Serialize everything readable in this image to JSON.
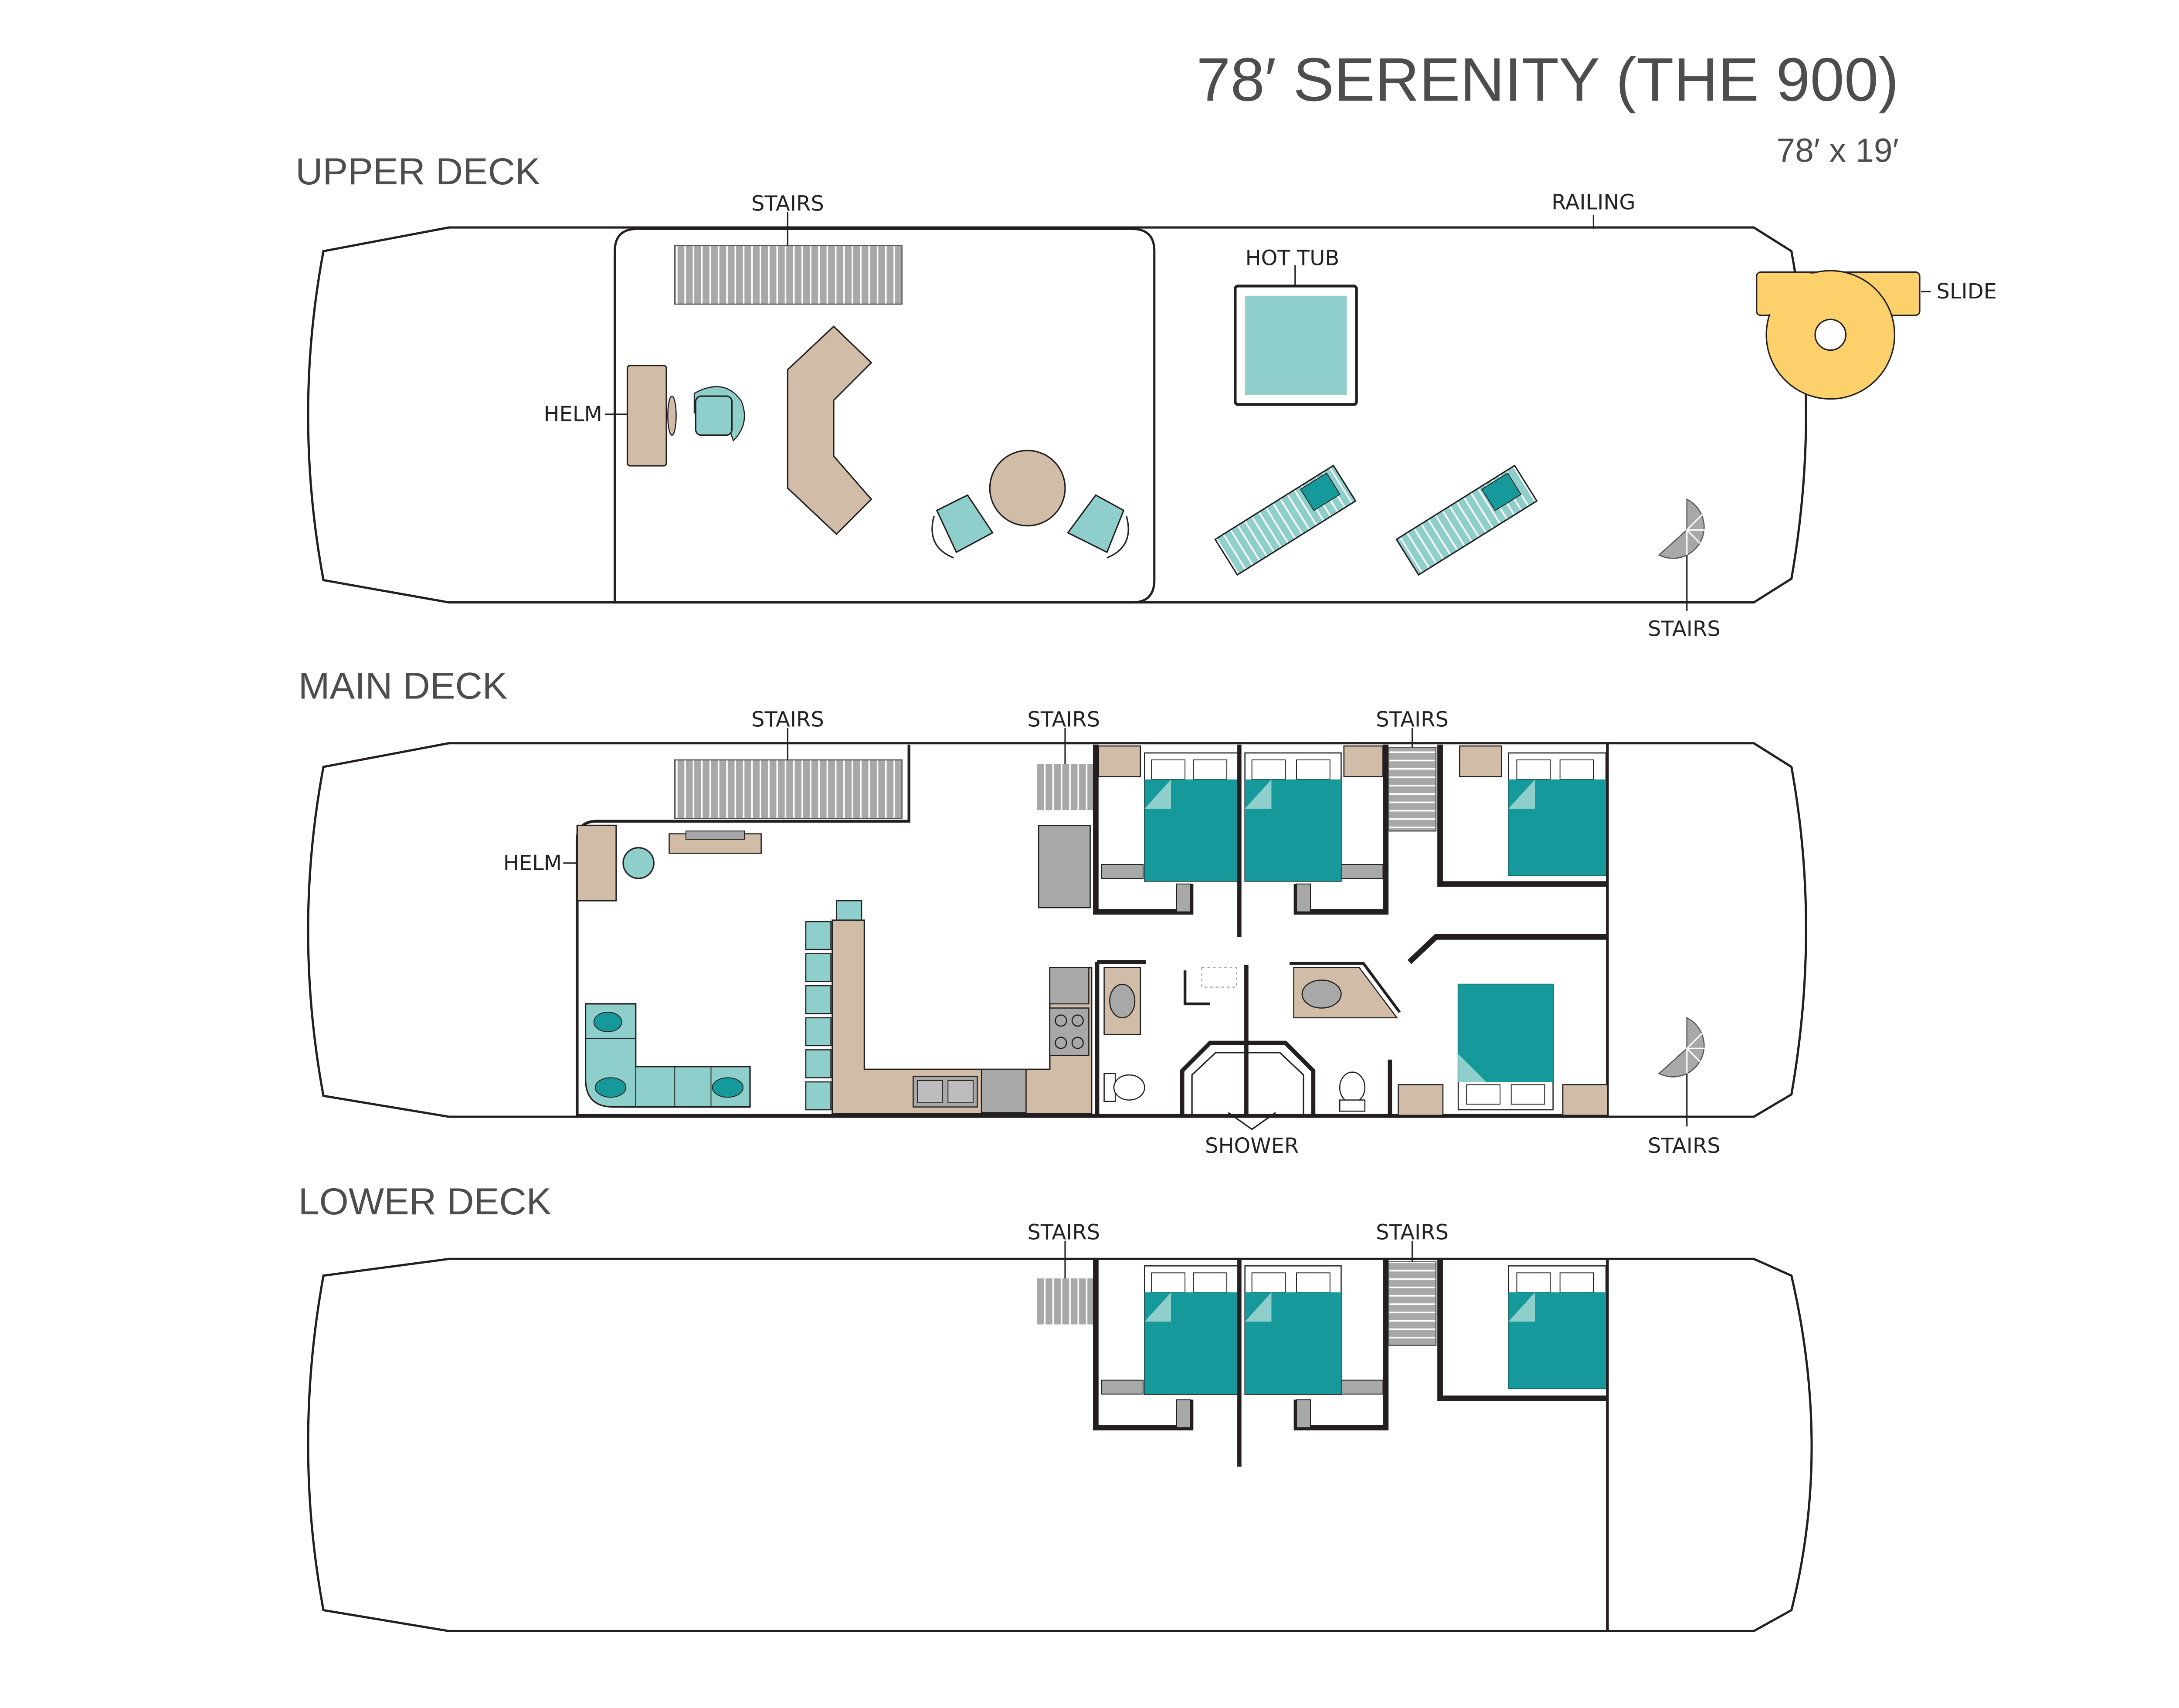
{
  "title": "78′ SERENITY (THE 900)",
  "dimensions": "78′ x 19′",
  "colors": {
    "outline": "#231f20",
    "teal_dark": "#16999b",
    "teal_light": "#8fcfcb",
    "wood": "#d1bca7",
    "gray": "#a8a8a8",
    "slide": "#fcd06b",
    "title_text": "#4d4d4d"
  },
  "upper_deck": {
    "name": "UPPER DECK",
    "labels": {
      "stairs_top": "STAIRS",
      "railing": "RAILING",
      "hot_tub": "HOT TUB",
      "slide": "SLIDE",
      "helm": "HELM",
      "stairs_spiral": "STAIRS"
    }
  },
  "main_deck": {
    "name": "MAIN DECK",
    "labels": {
      "stairs_top": "STAIRS",
      "stairs_mid": "STAIRS",
      "stairs_right": "STAIRS",
      "helm": "HELM",
      "shower": "SHOWER",
      "stairs_spiral": "STAIRS"
    }
  },
  "lower_deck": {
    "name": "LOWER DECK",
    "labels": {
      "stairs_left": "STAIRS",
      "stairs_right": "STAIRS"
    }
  }
}
